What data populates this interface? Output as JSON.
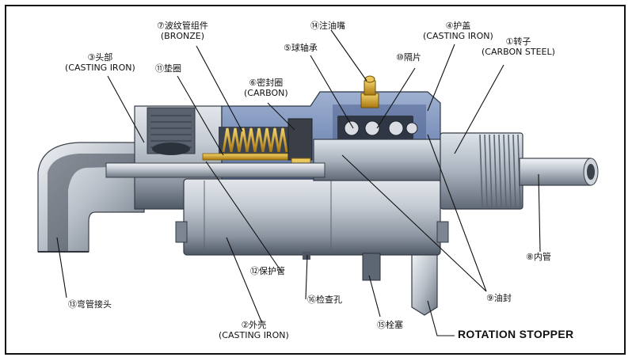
{
  "labels": {
    "rotor": {
      "zh": "①转子",
      "en": "(CARBON STEEL)"
    },
    "outer_shell": {
      "zh": "②外壳",
      "en": "(CASTING IRON)"
    },
    "head": {
      "zh": "③头部",
      "en": "(CASTING IRON)"
    },
    "cover": {
      "zh": "④护盖",
      "en": "(CASTING IRON)"
    },
    "ball_bearing": {
      "zh": "⑤球轴承"
    },
    "seal_ring": {
      "zh": "⑥密封圈",
      "en": "(CARBON)"
    },
    "bellows": {
      "zh": "⑦波纹管组件",
      "en": "(BRONZE)"
    },
    "inner_tube": {
      "zh": "⑧内管"
    },
    "oil_seal": {
      "zh": "⑨油封"
    },
    "spacer": {
      "zh": "⑩隔片"
    },
    "gasket": {
      "zh": "⑪垫圈"
    },
    "protective_tube": {
      "zh": "⑫保护管"
    },
    "elbow_joint": {
      "zh": "⑬弯管接头"
    },
    "grease_nipple": {
      "zh": "⑭注油嘴"
    },
    "plug": {
      "zh": "⑮栓塞"
    },
    "inspection_hole": {
      "zh": "⑯检查孔"
    },
    "rotation_stopper": {
      "en": "ROTATION STOPPER"
    }
  },
  "colors": {
    "metal_light": "#c9ced6",
    "metal_mid": "#9aa3af",
    "metal_dark": "#5d6673",
    "cutaway_blue": "#6f87b8",
    "brass": "#c99a1e",
    "spring_gold": "#d8a82a"
  }
}
